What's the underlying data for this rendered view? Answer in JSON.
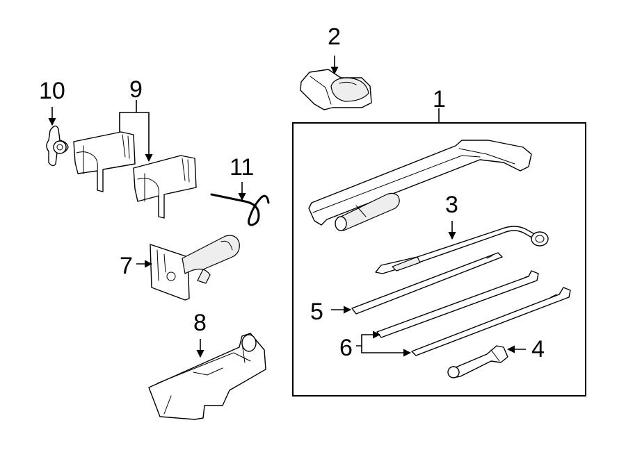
{
  "diagram": {
    "callouts": [
      {
        "id": "1",
        "label": "1"
      },
      {
        "id": "2",
        "label": "2"
      },
      {
        "id": "3",
        "label": "3"
      },
      {
        "id": "4",
        "label": "4"
      },
      {
        "id": "5",
        "label": "5"
      },
      {
        "id": "6",
        "label": "6"
      },
      {
        "id": "7",
        "label": "7"
      },
      {
        "id": "8",
        "label": "8"
      },
      {
        "id": "9",
        "label": "9"
      },
      {
        "id": "10",
        "label": "10"
      },
      {
        "id": "11",
        "label": "11"
      }
    ],
    "colors": {
      "line": "#000000",
      "background": "#ffffff",
      "fill": "#eeeeee"
    }
  }
}
